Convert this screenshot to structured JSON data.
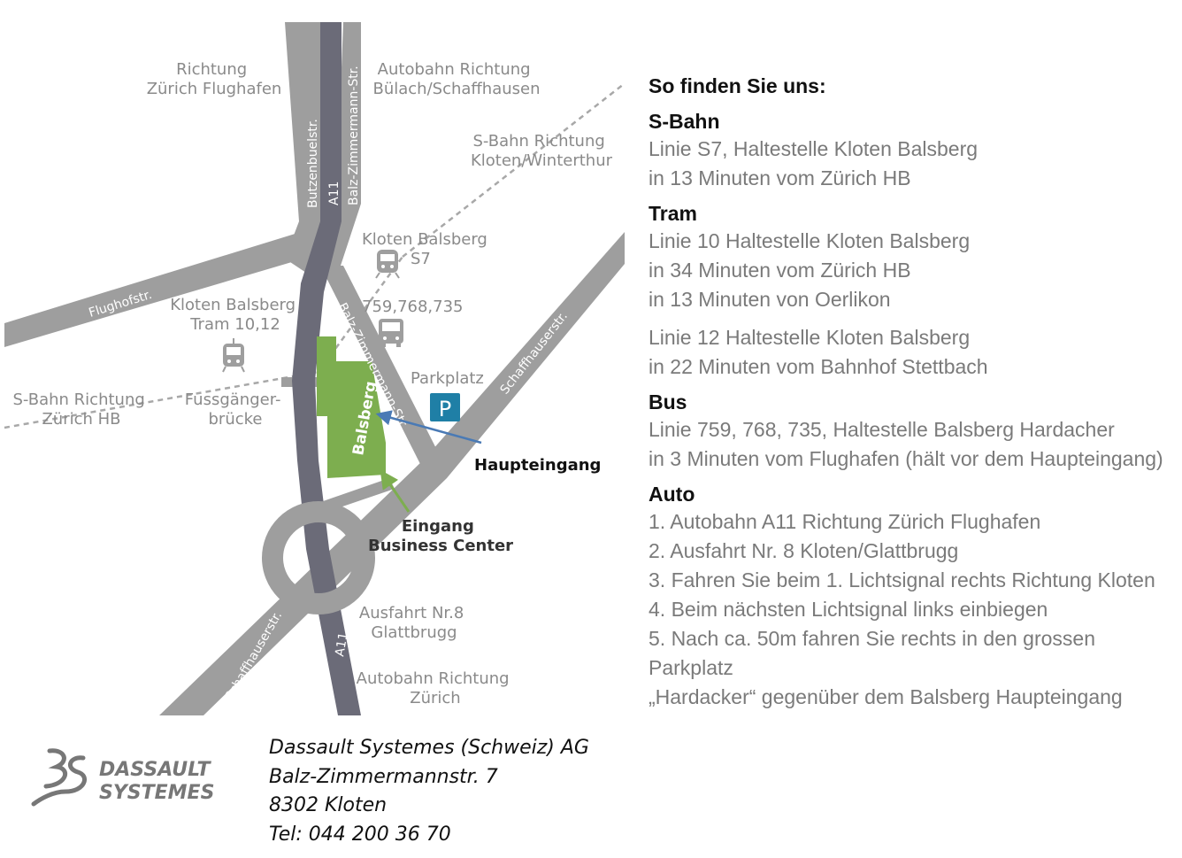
{
  "map": {
    "labels": {
      "richtung_flughafen": [
        "Richtung",
        "Zürich Flughafen"
      ],
      "autobahn_buelach": [
        "Autobahn Richtung",
        "Bülach/Schaffhausen"
      ],
      "sbahn_kloten_winterthur": [
        "S-Bahn Richtung",
        "Kloten/Winterthur"
      ],
      "kloten_balsberg_s7": [
        "Kloten Balsberg",
        "S7"
      ],
      "kloten_balsberg_tram": [
        "Kloten Balsberg",
        "Tram 10,12"
      ],
      "bus_lines": "759,768,735",
      "parkplatz": "Parkplatz",
      "sbahn_zuerich_hb": [
        "S-Bahn Richtung",
        "Zürich HB"
      ],
      "fussgaengerbruecke": [
        "Fussgänger-",
        "brücke"
      ],
      "haupteingang": "Haupteingang",
      "eingang_business_center": [
        "Eingang",
        "Business Center"
      ],
      "ausfahrt": [
        "Ausfahrt Nr.8",
        "Glattbrugg"
      ],
      "autobahn_zuerich": [
        "Autobahn Richtung",
        "Zürich"
      ],
      "building": "Balsberg",
      "parking_sign": "P"
    },
    "roads": {
      "buetzenbuelstr": "Butzenbuelstr.",
      "a11_top": "A11",
      "balz_zimmermann_top": "Balz-Zimmermann-Str.",
      "flughofstr": "Flughofstr.",
      "balz_zimmermann_mid": "Balz-Zimmermann-Str.",
      "schaffhauserstr_top": "Schaffhauserstr.",
      "schaffhauserstr_bottom": "Schaffhauserstr.",
      "a11_bottom": "A11"
    },
    "colors": {
      "road_light": "#9e9e9e",
      "road_dark": "#6b6b78",
      "building": "#7dae4f",
      "parking": "#1f7fa6",
      "arrow_blue": "#4a7ab5",
      "arrow_green": "#7dae4f",
      "rail": "#a8a8a8"
    }
  },
  "directions": {
    "title": "So finden Sie uns:",
    "sbahn": {
      "heading": "S-Bahn",
      "lines": [
        "Linie S7, Haltestelle Kloten Balsberg",
        "in 13 Minuten vom Zürich HB"
      ]
    },
    "tram": {
      "heading": "Tram",
      "lines": [
        "Linie 10 Haltestelle Kloten Balsberg",
        "in 34 Minuten vom Zürich HB",
        "in 13 Minuten von Oerlikon"
      ],
      "lines2": [
        "Linie 12 Haltestelle Kloten Balsberg",
        "in 22 Minuten vom Bahnhof Stettbach"
      ]
    },
    "bus": {
      "heading": "Bus",
      "lines": [
        "Linie 759, 768, 735, Haltestelle Balsberg Hardacher",
        "in 3 Minuten vom Flughafen (hält vor dem Haupteingang)"
      ]
    },
    "auto": {
      "heading": "Auto",
      "lines": [
        "1. Autobahn A11 Richtung Zürich Flughafen",
        "2. Ausfahrt Nr. 8 Kloten/Glattbrugg",
        "3. Fahren Sie beim 1. Lichtsignal rechts Richtung Kloten",
        "4. Beim nächsten Lichtsignal links einbiegen",
        "5. Nach ca. 50m fahren Sie rechts in den grossen Parkplatz",
        "„Hardacker“ gegenüber dem Balsberg Haupteingang"
      ]
    }
  },
  "footer": {
    "logo": [
      "DASSAULT",
      "SYSTEMES"
    ],
    "address": [
      "Dassault Systemes (Schweiz) AG",
      "Balz-Zimmermannstr. 7",
      "8302 Kloten",
      "Tel: 044 200 36 70"
    ]
  }
}
